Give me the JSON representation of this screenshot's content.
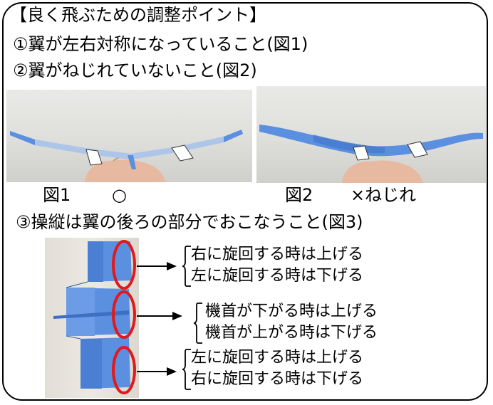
{
  "title": "【良く飛ぶための調整ポイント】",
  "points": [
    "①翼が左右対称になっていること(図1)",
    "②翼がねじれていないこと(図2)",
    "③操縦は翼の後ろの部分でおこなうこと(図3)"
  ],
  "figure1": {
    "caption": "図1",
    "mark": "○"
  },
  "figure2": {
    "caption": "図2",
    "mark": "×ねじれ"
  },
  "figure3": {
    "groups": [
      {
        "lines": [
          "右に旋回する時は上げる",
          "左に旋回する時は下げる"
        ]
      },
      {
        "lines": [
          "機首が下がる時は上げる",
          "機首が上がる時は下げる"
        ]
      },
      {
        "lines": [
          "左に旋回する時は上げる",
          "右に旋回する時は下げる"
        ]
      }
    ]
  },
  "colors": {
    "highlight_ellipse": "#e0191c",
    "paper_plane_blue": "#5b8fe0",
    "border": "#000000"
  }
}
